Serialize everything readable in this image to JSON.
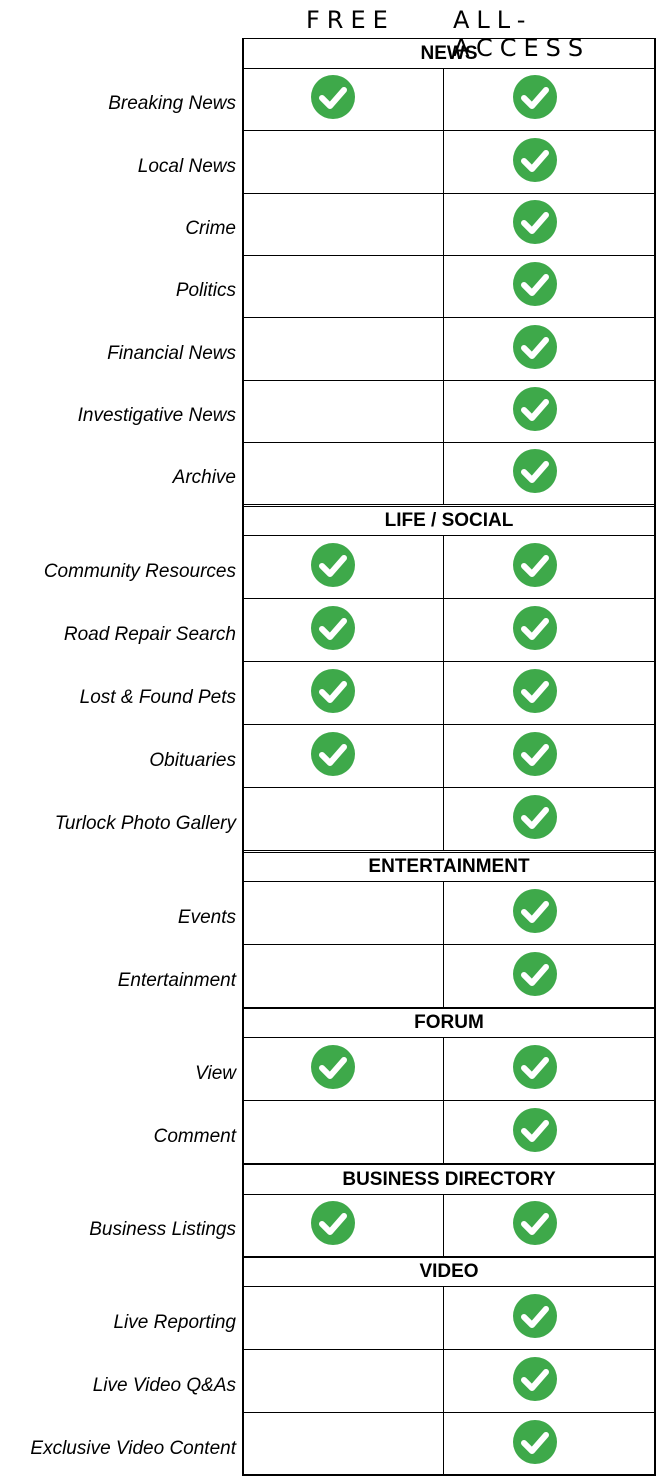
{
  "header": {
    "free": "FREE",
    "all_access": "ALL-ACCESS"
  },
  "sections": [
    {
      "title": "NEWS",
      "rows": [
        {
          "label": "Breaking News",
          "free": true,
          "all": true
        },
        {
          "label": "Local News",
          "free": false,
          "all": true
        },
        {
          "label": "Crime",
          "free": false,
          "all": true
        },
        {
          "label": "Politics",
          "free": false,
          "all": true
        },
        {
          "label": "Financial News",
          "free": false,
          "all": true
        },
        {
          "label": "Investigative News",
          "free": false,
          "all": true
        },
        {
          "label": "Archive",
          "free": false,
          "all": true
        }
      ]
    },
    {
      "title": "LIFE / SOCIAL",
      "rows": [
        {
          "label": "Community Resources",
          "free": true,
          "all": true
        },
        {
          "label": "Road Repair Search",
          "free": true,
          "all": true
        },
        {
          "label": "Lost & Found Pets",
          "free": true,
          "all": true
        },
        {
          "label": "Obituaries",
          "free": true,
          "all": true
        },
        {
          "label": "Turlock Photo Gallery",
          "free": false,
          "all": true
        }
      ]
    },
    {
      "title": "ENTERTAINMENT",
      "rows": [
        {
          "label": "Events",
          "free": false,
          "all": true
        },
        {
          "label": "Entertainment",
          "free": false,
          "all": true
        }
      ]
    },
    {
      "title": "FORUM",
      "rows": [
        {
          "label": "View",
          "free": true,
          "all": true
        },
        {
          "label": "Comment",
          "free": false,
          "all": true
        }
      ]
    },
    {
      "title": "BUSINESS DIRECTORY",
      "rows": [
        {
          "label": "Business Listings",
          "free": true,
          "all": true
        }
      ]
    },
    {
      "title": "VIDEO",
      "rows": [
        {
          "label": "Live Reporting",
          "free": false,
          "all": true
        },
        {
          "label": "Live Video Q&As",
          "free": false,
          "all": true
        },
        {
          "label": "Exclusive Video Content",
          "free": false,
          "all": true
        }
      ]
    }
  ],
  "colors": {
    "check": "#3ea94a",
    "line": "#000000"
  },
  "icons": {
    "check": "check-circle-icon"
  }
}
